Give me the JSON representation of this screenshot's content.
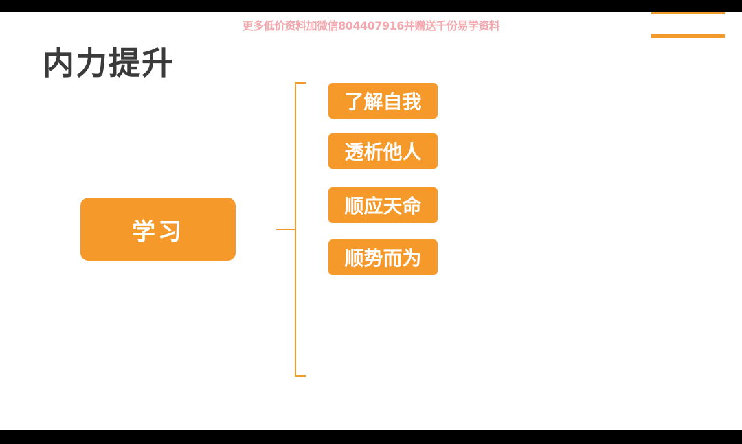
{
  "watermark": "更多低价资料加微信804407916并赠送千份易学资料",
  "title": "内力提升",
  "center": "学习",
  "branches": [
    "了解自我",
    "透析他人",
    "顺应天命",
    "顺势而为"
  ],
  "accent": "#f5992a"
}
